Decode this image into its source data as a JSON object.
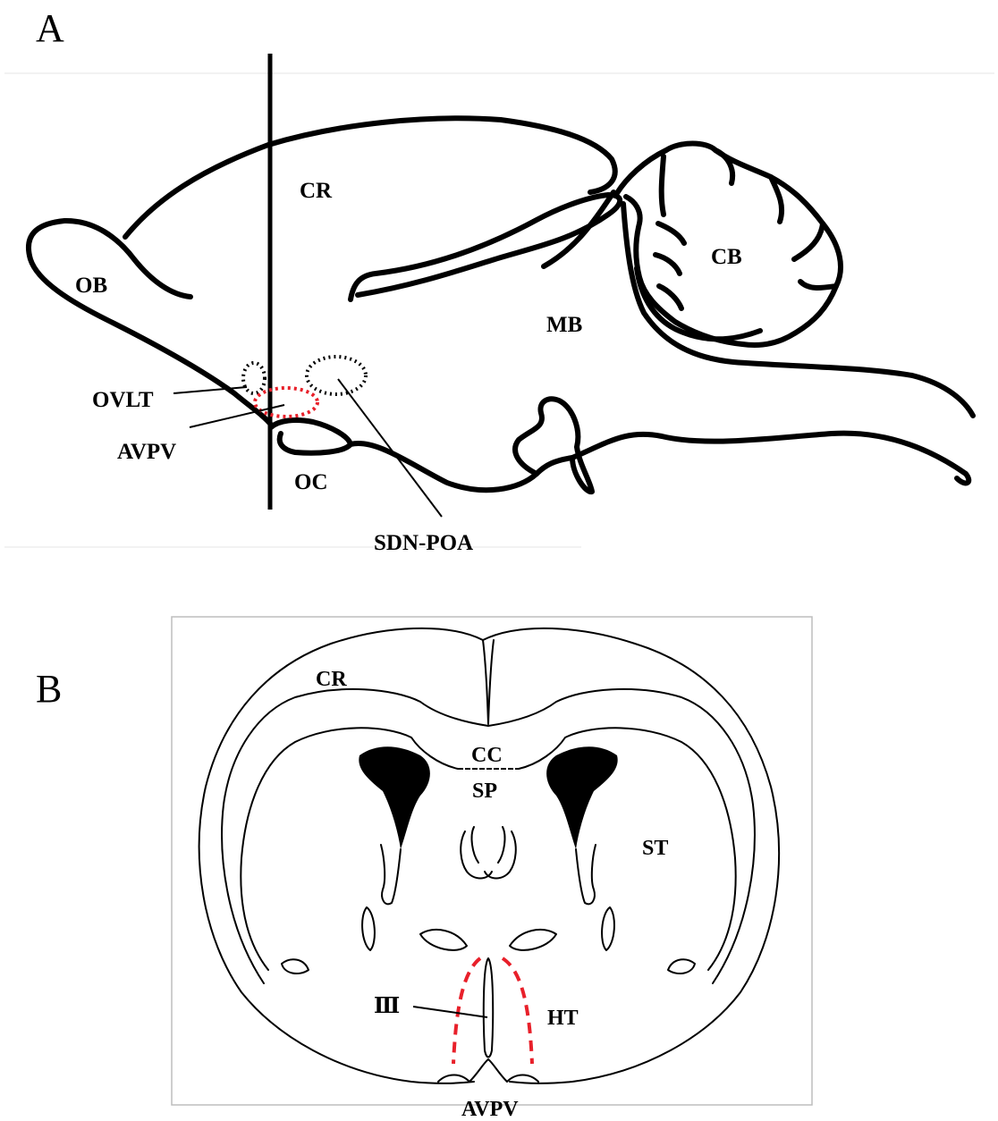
{
  "panel_a": {
    "letter": "A",
    "labels": {
      "cr": "CR",
      "ob": "OB",
      "cb": "CB",
      "mb": "MB",
      "ovlt": "OVLT",
      "avpv": "AVPV",
      "oc": "OC",
      "sdn_poa": "SDN-POA"
    }
  },
  "panel_b": {
    "letter": "B",
    "labels": {
      "cr": "CR",
      "cc": "CC",
      "sp": "SP",
      "st": "ST",
      "third_ventricle": "Ⅲ",
      "ht": "HT",
      "avpv": "AVPV"
    }
  },
  "colors": {
    "outline": "#000000",
    "highlight": "#e8202a",
    "background": "#ffffff"
  }
}
